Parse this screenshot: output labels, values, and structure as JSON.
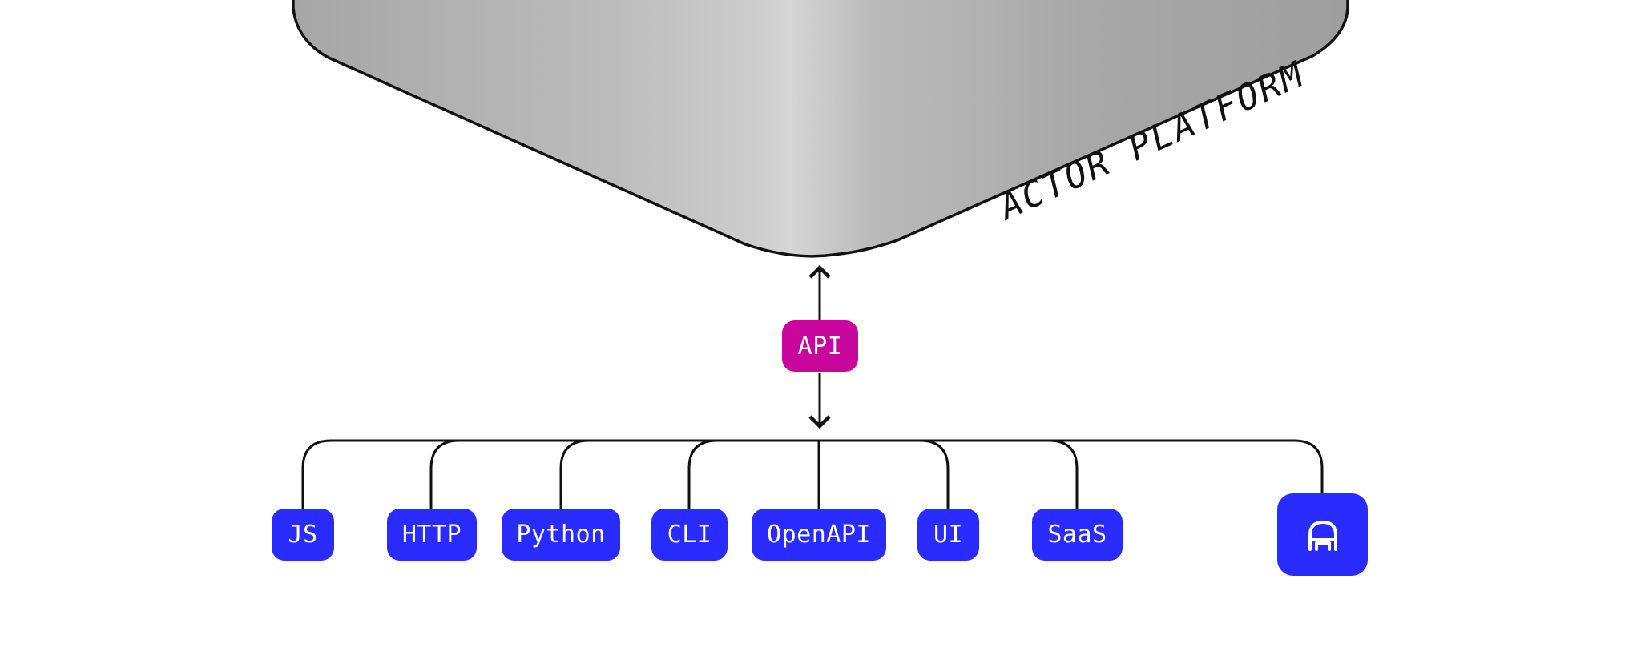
{
  "platform": {
    "label": "ACTOR PLATFORM",
    "fill": "#b6b6b6",
    "stroke": "#111111"
  },
  "api": {
    "label": "API",
    "color": "#c8069c"
  },
  "clients": [
    {
      "label": "JS"
    },
    {
      "label": "HTTP"
    },
    {
      "label": "Python"
    },
    {
      "label": "CLI"
    },
    {
      "label": "OpenAPI"
    },
    {
      "label": "UI"
    },
    {
      "label": "SaaS"
    }
  ],
  "logo": {
    "icon": "apify-logo-icon"
  },
  "colors": {
    "client_blue": "#2a2cff",
    "api_magenta": "#c8069c",
    "line": "#111111"
  }
}
